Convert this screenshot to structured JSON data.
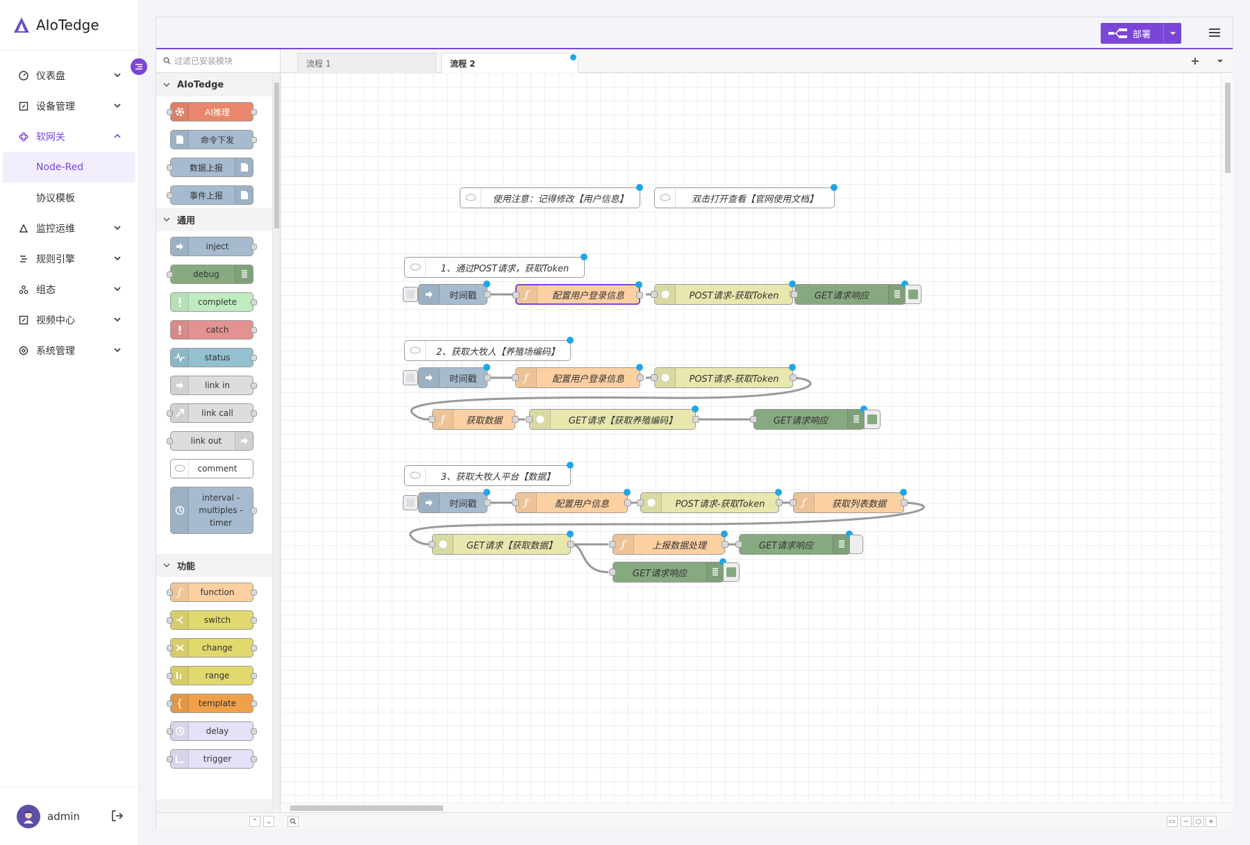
{
  "app": {
    "name": "AIoTedge"
  },
  "sidebar": {
    "items": [
      {
        "label": "仪表盘",
        "icon": "gauge-icon"
      },
      {
        "label": "设备管理",
        "icon": "device-icon"
      },
      {
        "label": "软网关",
        "icon": "gateway-icon",
        "expanded": true
      },
      {
        "label": "监控运维",
        "icon": "monitor-icon"
      },
      {
        "label": "规则引擎",
        "icon": "rules-icon"
      },
      {
        "label": "组态",
        "icon": "config-icon"
      },
      {
        "label": "视频中心",
        "icon": "video-icon"
      },
      {
        "label": "系统管理",
        "icon": "settings-icon"
      }
    ],
    "submenu": [
      {
        "label": "Node-Red",
        "selected": true
      },
      {
        "label": "协议模板",
        "selected": false
      }
    ],
    "user": {
      "name": "admin"
    }
  },
  "header": {
    "deploy_label": "部署"
  },
  "palette": {
    "filter_placeholder": "过滤已安装模块",
    "categories": [
      {
        "name": "AIoTedge",
        "nodes": [
          "AI推理",
          "命令下发",
          "数据上报",
          "事件上报"
        ]
      },
      {
        "name": "通用",
        "nodes": [
          "inject",
          "debug",
          "complete",
          "catch",
          "status",
          "link in",
          "link call",
          "link out",
          "comment",
          "interval - multiples - timer"
        ]
      },
      {
        "name": "功能",
        "nodes": [
          "function",
          "switch",
          "change",
          "range",
          "template",
          "delay",
          "trigger"
        ]
      }
    ]
  },
  "tabs": [
    {
      "label": "流程 1",
      "active": false
    },
    {
      "label": "流程 2",
      "active": true,
      "changed": true
    }
  ],
  "flow": {
    "comments": [
      "使用注意：记得修改【用户信息】",
      "双击打开查看【官网使用文档】",
      "1、通过POST请求，获取Token",
      "2、获取大牧人【养殖场编码】",
      "3、获取大牧人平台【数据】"
    ],
    "nodes": [
      "时间戳",
      "配置用户登录信息",
      "POST请求-获取Token",
      "GET请求响应",
      "时间戳",
      "配置用户登录信息",
      "POST请求-获取Token",
      "获取数据",
      "GET请求【获取养殖编码】",
      "GET请求响应",
      "时间戳",
      "配置用户信息",
      "POST请求-获取Token",
      "获取列表数据",
      "GET请求【获取数据】",
      "上报数据处理",
      "GET请求响应",
      "GET请求响应"
    ]
  },
  "colors": {
    "accent": "#7b46d8",
    "inject": "#a6bbcf",
    "function": "#fdd0a2",
    "http": "#e7e7ae",
    "debug": "#87a980",
    "comment": "#ffffff",
    "changed_badge": "#1ea6e6"
  }
}
